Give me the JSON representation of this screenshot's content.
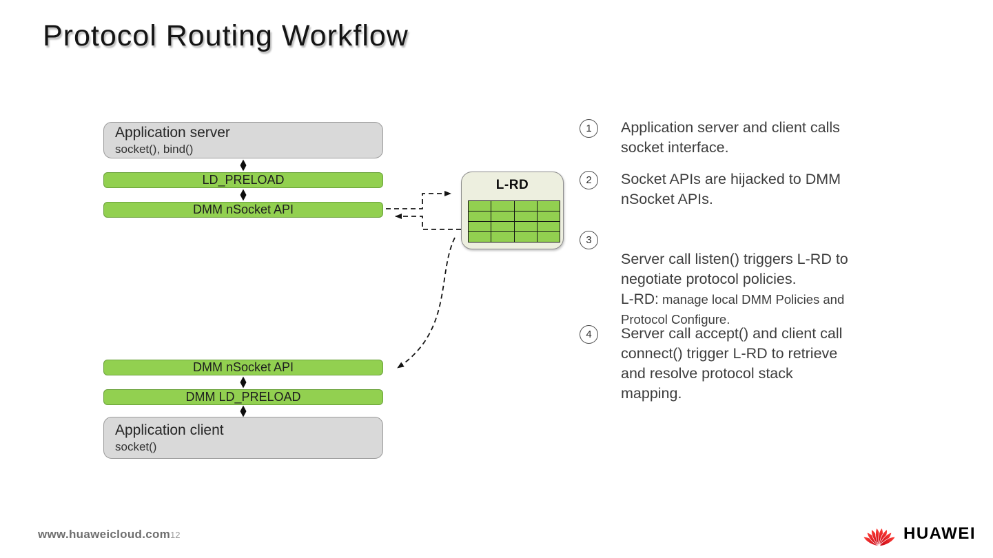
{
  "slide": {
    "title": "Protocol Routing Workflow"
  },
  "diagram": {
    "server_box": {
      "title": "Application server",
      "subtitle": "socket(), bind()"
    },
    "bars": {
      "ld_preload": "LD_PRELOAD",
      "nsocket_top": "DMM nSocket API",
      "nsocket_bottom": "DMM nSocket API",
      "dmm_ld_preload": "DMM LD_PRELOAD"
    },
    "client_box": {
      "title": "Application client",
      "subtitle": "socket()"
    },
    "lrd_label": "L-RD",
    "lrd_grid": {
      "rows": 4,
      "cols": 4
    }
  },
  "steps": [
    {
      "num": "1",
      "text": "Application server and client calls\nsocket interface."
    },
    {
      "num": "2",
      "text": "Socket APIs are hijacked to DMM\nnSocket APIs."
    },
    {
      "num": "3",
      "text": "Server call listen() triggers L-RD to\nnegotiate protocol policies.",
      "note_lead": "L-RD:",
      "note_rest": " manage local DMM Policies and\nProtocol Configure."
    },
    {
      "num": "4",
      "text": "Server call accept() and client call\nconnect() trigger L-RD to retrieve\nand resolve protocol stack\nmapping."
    }
  ],
  "footer": {
    "url": "www.huaweicloud.com",
    "page": "12",
    "brand": "HUAWEI"
  },
  "colors": {
    "green": "#92d050",
    "green_border": "#6aa23a",
    "gray_fill": "#d9d9d9",
    "lrd_fill": "#edefdf",
    "huawei_red": "#e2001a"
  }
}
